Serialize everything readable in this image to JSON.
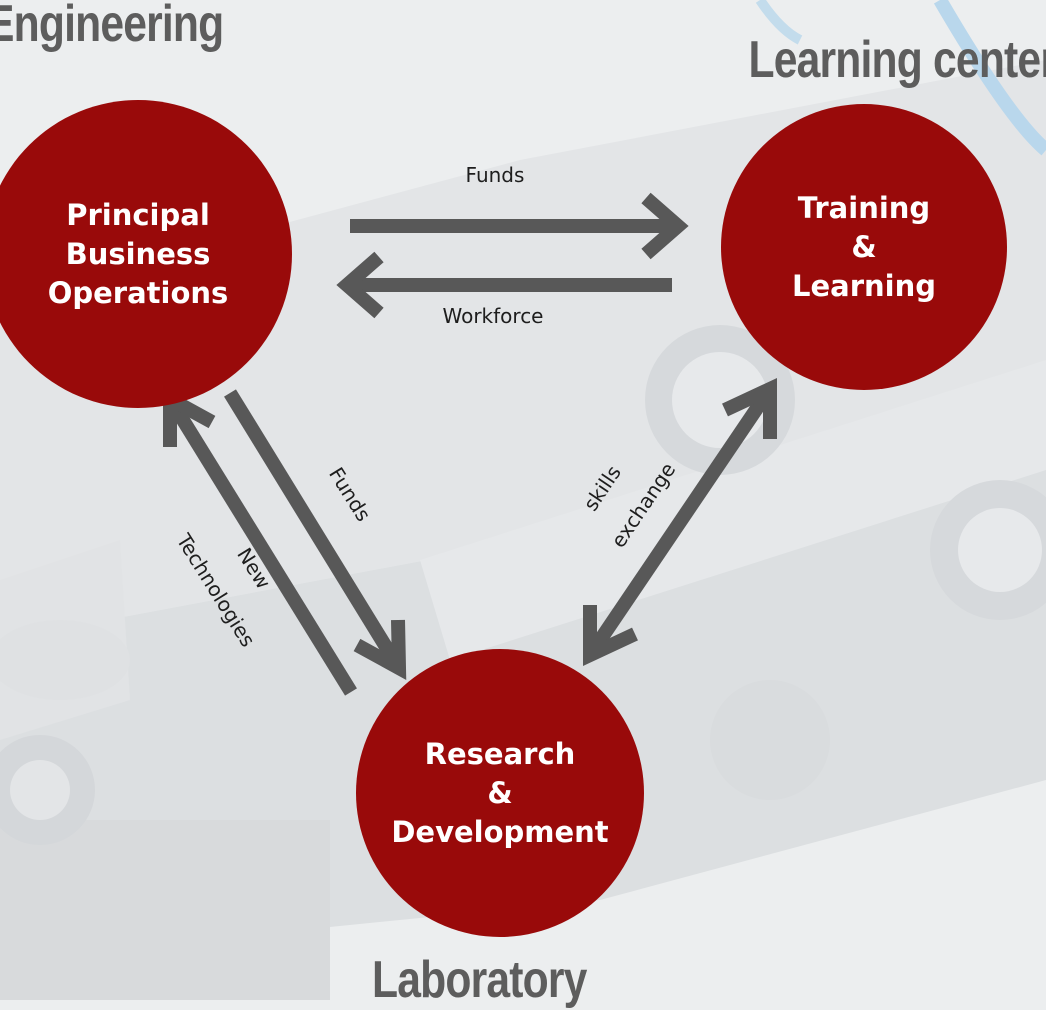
{
  "regions": {
    "engineering": "Engineering",
    "learning_center": "Learning center",
    "laboratory": "Laboratory"
  },
  "nodes": {
    "principal": "Principal\nBusiness\nOperations",
    "training": "Training\n&\nLearning",
    "research": "Research\n&\nDevelopment"
  },
  "edges": {
    "funds_top": "Funds",
    "workforce": "Workforce",
    "funds_diag": "Funds",
    "new_tech_1": "New",
    "new_tech_2": "Technologies",
    "skills_1": "skills",
    "skills_2": "exchange"
  },
  "colors": {
    "node_fill": "#990a0a",
    "arrow": "#585858",
    "region_text": "#5d5d5d"
  }
}
